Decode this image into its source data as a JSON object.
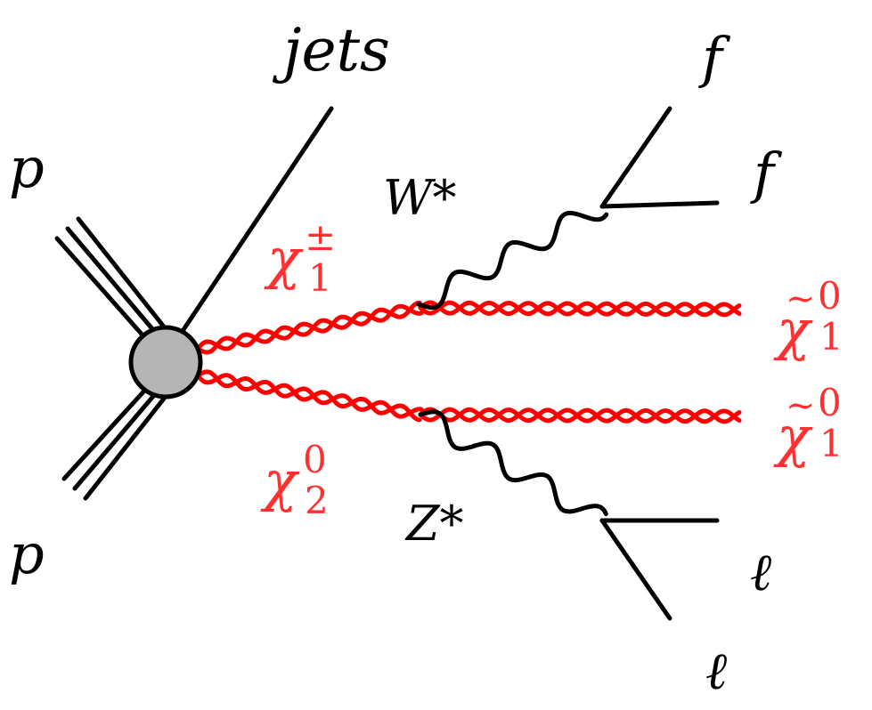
{
  "labels": {
    "jets": "jets",
    "proton_top": "p",
    "proton_bottom": "p",
    "w_boson": "W*",
    "z_boson": "Z*",
    "fermion_1": "f",
    "fermion_2": "f",
    "lepton_1": "ℓ",
    "lepton_2": "ℓ"
  },
  "chargino": {
    "symbol": "χ",
    "superscript": "±",
    "subscript": "1"
  },
  "neutralino2": {
    "symbol": "χ",
    "superscript": "0",
    "subscript": "2"
  },
  "lsp_top": {
    "symbol": "χ",
    "tilde": "~",
    "superscript": "0",
    "subscript": "1"
  },
  "lsp_bottom": {
    "symbol": "χ",
    "tilde": "~",
    "superscript": "0",
    "subscript": "1"
  },
  "colors": {
    "sm_lines": "#000000",
    "susy_lines": "#ff0000",
    "susy_labels": "#ff3030",
    "vertex_fill": "#b5b5b5",
    "vertex_stroke": "#000000"
  }
}
